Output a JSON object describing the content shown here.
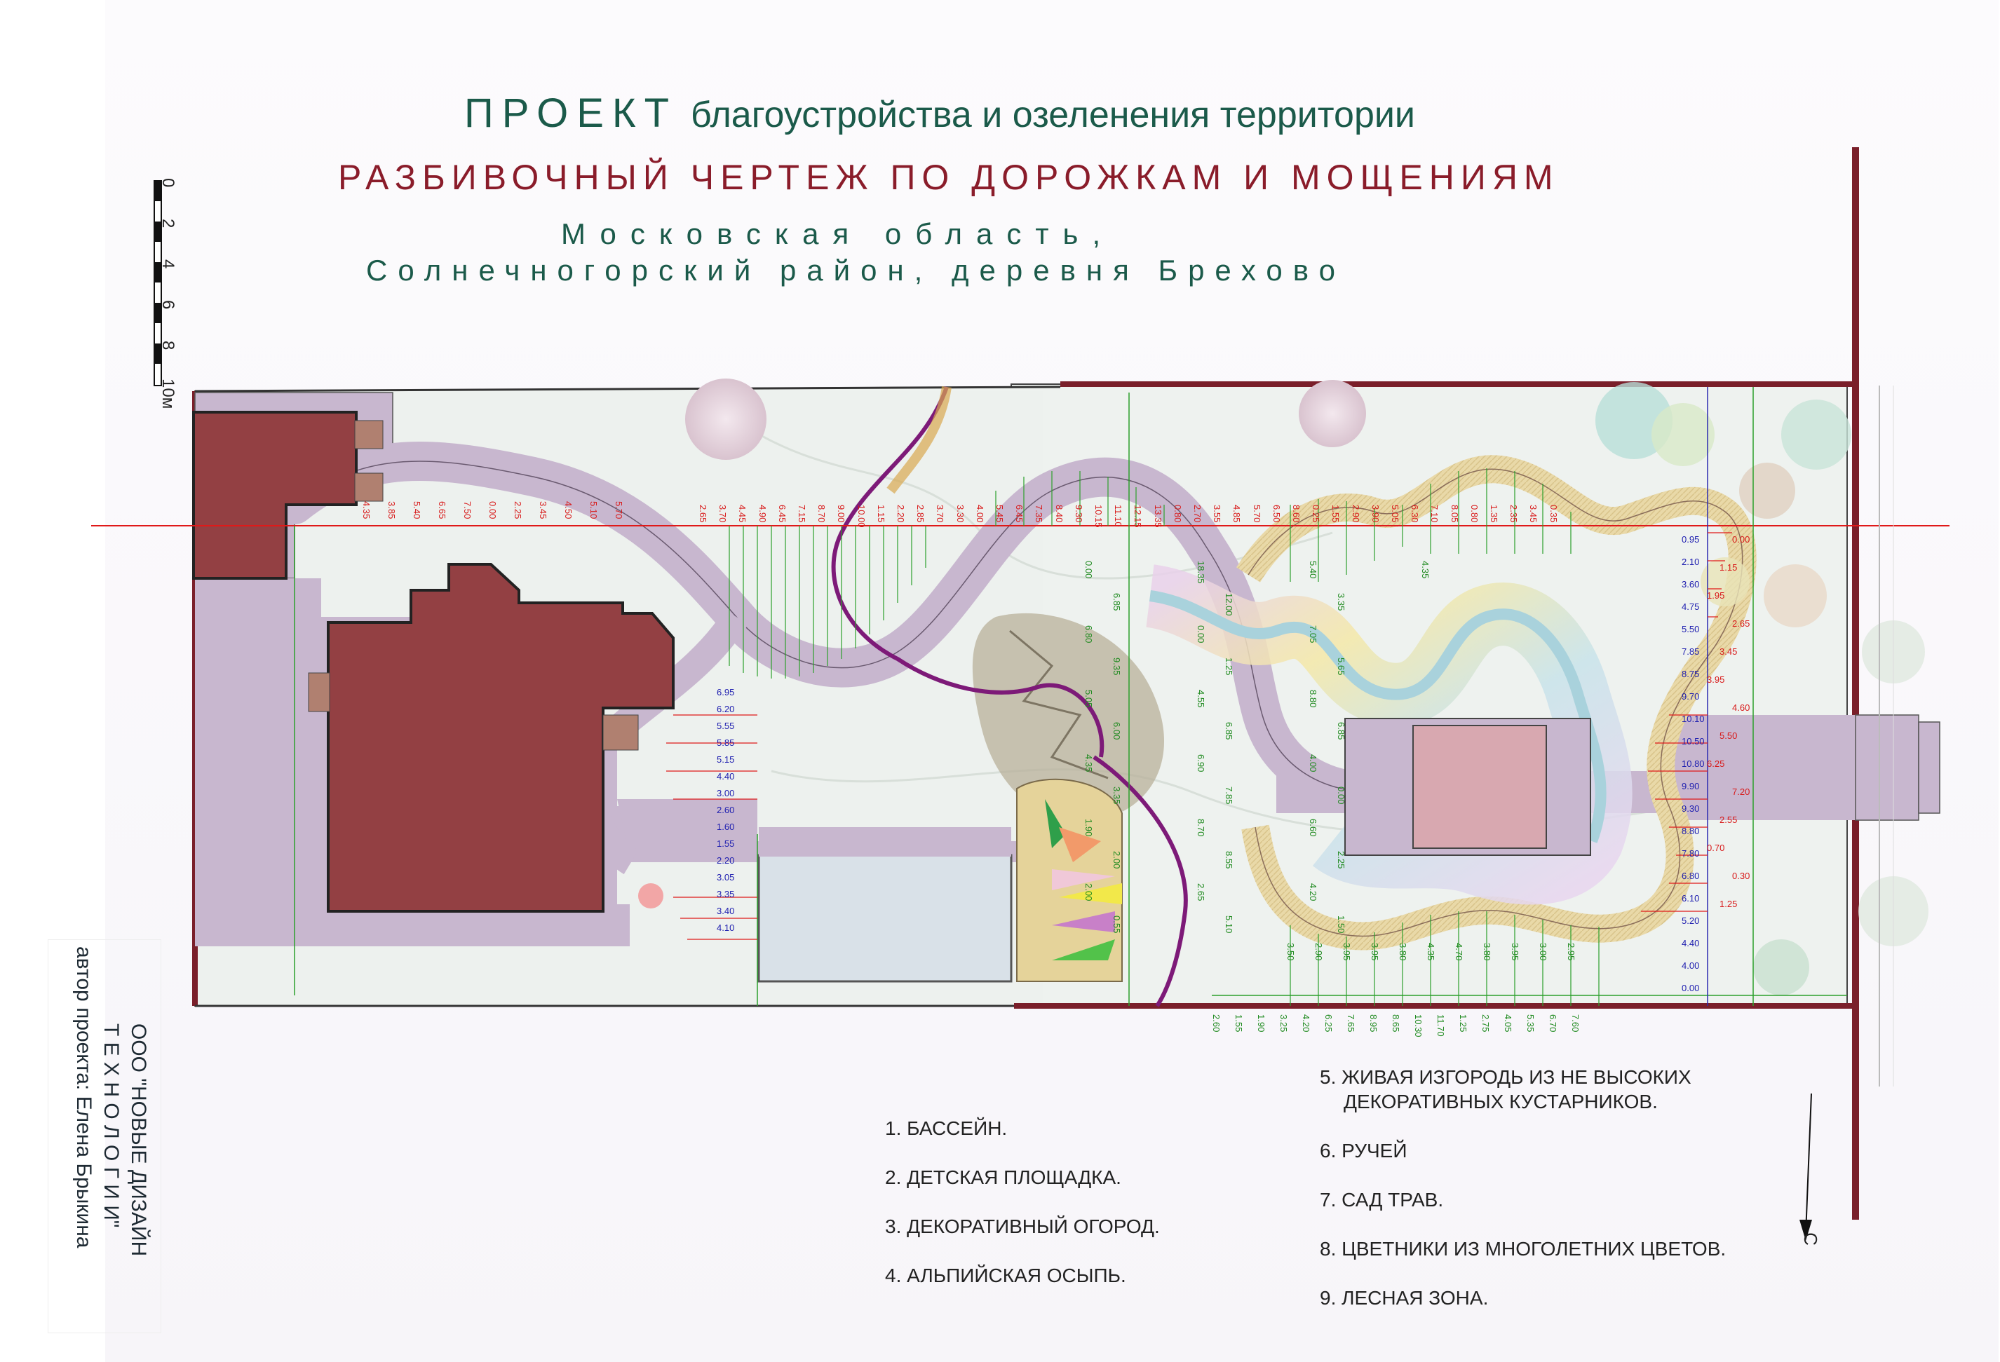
{
  "title": {
    "proekt": "ПРОЕКТ",
    "proekt_rest": "благоустройства и озеленения территории",
    "main": "РАЗБИВОЧНЫЙ ЧЕРТЕЖ ПО ДОРОЖКАМ И МОЩЕНИЯМ",
    "region": "Московская область,",
    "village": "Солнечногорский район, деревня Брехово"
  },
  "scale": {
    "ticks": [
      "0",
      "2",
      "4",
      "6",
      "8",
      "10м"
    ]
  },
  "author": {
    "company_line1": "ООО \"НОВЫЕ ДИЗАЙН",
    "company_line2": "Т Е Х Н О Л О Г И И\"",
    "author_line": "автор проекта: Елена Брыкина"
  },
  "legend": {
    "left": [
      "1. БАССЕЙН.",
      "2. ДЕТСКАЯ ПЛОЩАДКА.",
      "3. ДЕКОРАТИВНЫЙ ОГОРОД.",
      "4. АЛЬПИЙСКАЯ ОСЫПЬ."
    ],
    "right": [
      "5. ЖИВАЯ ИЗГОРОДЬ ИЗ НЕ ВЫСОКИХ",
      "ДЕКОРАТИВНЫХ КУСТАРНИКОВ.",
      "6. РУЧЕЙ",
      "7. САД ТРАВ.",
      "8. ЦВЕТНИКИ ИЗ МНОГОЛЕТНИХ ЦВЕТОВ.",
      "9. ЛЕСНАЯ ЗОНА."
    ]
  },
  "north_label": "С",
  "dims_top_red": [
    "2.65",
    "3.70",
    "4.45",
    "4.90",
    "6.45",
    "7.15",
    "8.70",
    "9.00",
    "10.00",
    "1.15",
    "2.20",
    "2.85",
    "3.70",
    "3.30",
    "4.00",
    "5.45",
    "6.45",
    "7.35",
    "8.40",
    "9.30",
    "10.15",
    "11.10",
    "12.15",
    "13.35",
    "0.80",
    "2.70",
    "3.55",
    "4.85",
    "5.70",
    "6.50",
    "8.60",
    "0.25",
    "1.55",
    "2.90",
    "3.90",
    "5.05",
    "6.30",
    "7.10",
    "8.05",
    "0.80",
    "1.35",
    "2.35",
    "3.45",
    "0.35"
  ],
  "dims_left_red": [
    "4.35",
    "3.85",
    "5.40",
    "6.65",
    "7.50",
    "0.00",
    "2.25",
    "3.45",
    "4.50",
    "5.10",
    "5.70"
  ],
  "dims_bottom_green": [
    "2.60",
    "1.55",
    "1.90",
    "3.25",
    "4.20",
    "6.25",
    "7.65",
    "8.95",
    "8.65",
    "10.30",
    "11.70",
    "1.25",
    "2.75",
    "4.05",
    "5.35",
    "6.70",
    "7.60"
  ],
  "dims_bottom_upper": [
    "3.50",
    "2.90",
    "3.95",
    "3.95",
    "3.80",
    "4.35",
    "4.70",
    "3.80",
    "3.95",
    "3.00",
    "2.95"
  ],
  "dims_right_red": [
    "0.00",
    "1.15",
    "1.95",
    "2.65",
    "3.45",
    "3.95",
    "4.60",
    "5.50",
    "6.25",
    "7.20",
    "2.55",
    "0.70",
    "0.30",
    "1.25"
  ],
  "dims_right_blue": [
    "0.95",
    "2.10",
    "3.60",
    "4.75",
    "5.50",
    "7.85",
    "8.75",
    "9.70",
    "10.10",
    "10.50",
    "10.80",
    "9.90",
    "9.30",
    "8.80",
    "7.80",
    "6.80",
    "6.10",
    "5.20",
    "4.40",
    "4.00",
    "0.00"
  ],
  "dims_small_blue": [
    "6.95",
    "6.20",
    "5.55",
    "5.85",
    "5.15",
    "4.40",
    "3.00",
    "2.60",
    "1.60",
    "1.55",
    "2.20",
    "3.05",
    "3.35",
    "3.40",
    "4.10"
  ],
  "dims_misc": [
    "0.00",
    "6.85",
    "6.80",
    "9.35",
    "5.05",
    "6.00",
    "4.35",
    "3.35",
    "1.90",
    "2.00",
    "2.00",
    "0.55",
    "18.35",
    "12.00",
    "0.00",
    "1.25",
    "4.55",
    "6.85",
    "6.90",
    "7.85",
    "8.70",
    "8.55",
    "2.65",
    "5.10",
    "5.40",
    "3.35",
    "7.05",
    "5.65",
    "8.80",
    "6.85",
    "4.00",
    "0.00",
    "6.60",
    "2.25",
    "4.20",
    "1.50",
    "4.35"
  ]
}
